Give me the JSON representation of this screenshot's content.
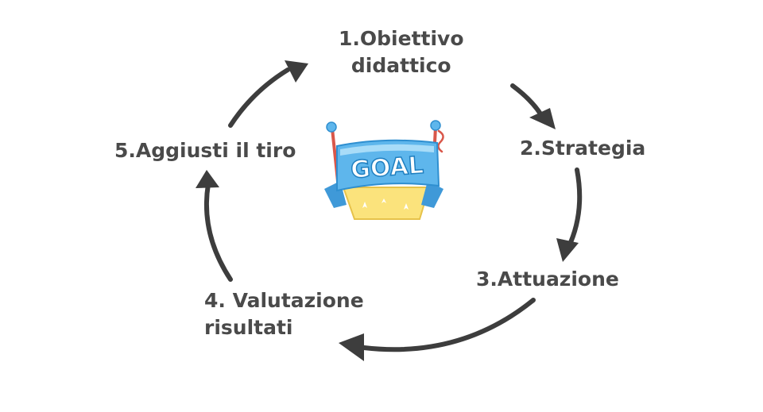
{
  "diagram": {
    "steps": [
      {
        "lines": [
          "1.Obiettivo",
          "didattico"
        ]
      },
      {
        "lines": [
          "2.Strategia"
        ]
      },
      {
        "lines": [
          "3.Attuazione"
        ]
      },
      {
        "lines": [
          "4. Valutazione",
          "risultati"
        ]
      },
      {
        "lines": [
          "5.Aggiusti il tiro"
        ]
      }
    ],
    "center_badge": {
      "text": "GOAL"
    }
  },
  "colors": {
    "arrow": "#3d3d3d",
    "text": "#4a4a4a",
    "banner_blue": "#5eb6ec",
    "banner_light": "#a8dcf8",
    "flag_yellow": "#fbe37c",
    "pole_red": "#d9574a"
  }
}
